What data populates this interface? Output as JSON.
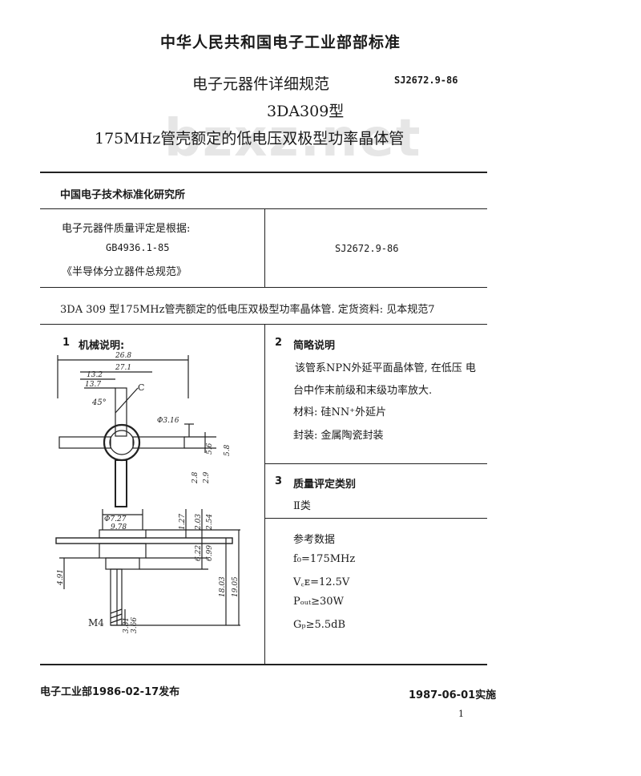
{
  "header": {
    "authority": "中华人民共和国电子工业部部标准",
    "spec_title": "电子元器件详细规范",
    "std_number": "SJ2672.9-86",
    "model": "3DA309型",
    "product_title": "175MHz管壳额定的低电压双极型功率晶体管",
    "watermark": "bzxz.net"
  },
  "institute": "中国电子技术标准化研究所",
  "basis": {
    "label": "电子元器件质量评定是根据:",
    "gb": "GB4936.1-85",
    "gb_title": "《半导体分立器件总规范》",
    "sj": "SJ2672.9-86"
  },
  "summary": "3DA 309 型175MHz管壳额定的低电压双极型功率晶体管. 定货资料: 见本规范7",
  "section1": {
    "num": "1",
    "title": "机械说明:",
    "drawing": {
      "dims": [
        "26.8",
        "27.1",
        "13.2",
        "13.7",
        "45°",
        "C",
        "Φ3.16",
        "5.6",
        "5.8",
        "2.8",
        "2.9",
        "Φ7.27",
        "9.78",
        "1.27",
        "2.03",
        "2.54",
        "6.22",
        "6.99",
        "4.91",
        "18.03",
        "19.05",
        "M4",
        "3.81",
        "3.66"
      ]
    }
  },
  "section2": {
    "num": "2",
    "title": "简略说明",
    "desc_line1": "该管系NPN外延平面晶体管, 在低压 电",
    "desc_line2": "台中作末前级和末级功率放大.",
    "material": "材料: 硅NN⁺外延片",
    "package": "封装: 金属陶瓷封装"
  },
  "section3": {
    "num": "3",
    "title": "质量评定类别",
    "class": "Ⅱ类"
  },
  "reference": {
    "title": "参考数据",
    "items": [
      "f₀=175MHz",
      "V꜀ᴇ=12.5V",
      "Pₒᵤₜ≥30W",
      "Gₚ≥5.5dB"
    ]
  },
  "footer": {
    "issued": "电子工业部1986-02-17发布",
    "effective": "1987-06-01实施",
    "page": "1"
  }
}
